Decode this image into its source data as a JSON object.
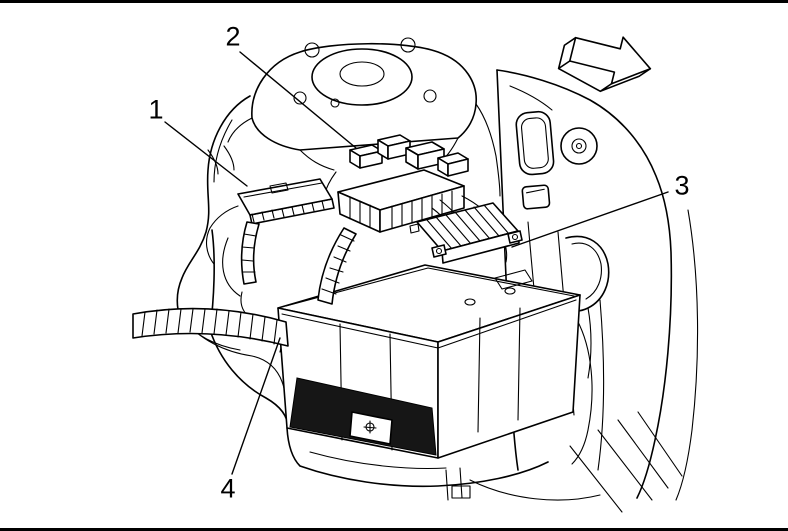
{
  "diagram": {
    "description": "Underhood component location line illustration: battery with fuse block, relay module, control module and wiring harness",
    "callouts": [
      {
        "label": "1"
      },
      {
        "label": "2"
      },
      {
        "label": "3"
      },
      {
        "label": "4"
      }
    ],
    "icons": [
      {
        "name": "direction-arrow-icon",
        "meaning": "view direction arrow pointing lower-right"
      }
    ],
    "colors": {
      "line": "#000000",
      "background": "#ffffff",
      "shadow": "#161616"
    }
  }
}
